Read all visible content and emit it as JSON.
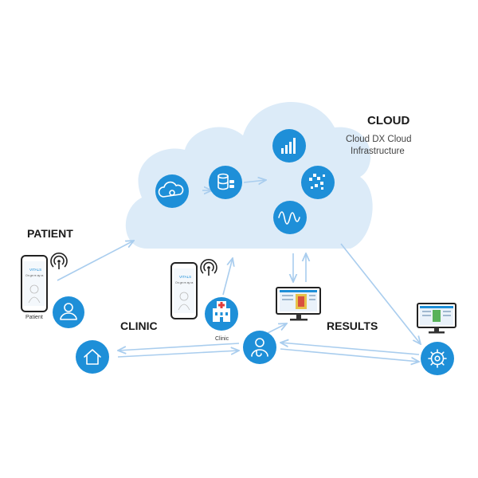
{
  "labels": {
    "cloud_title": "CLOUD",
    "cloud_sub_line1": "Cloud DX Cloud",
    "cloud_sub_line2": "Infrastructure",
    "patient_title": "PATIENT",
    "clinic_title": "CLINIC",
    "results_title": "RESULTS",
    "patient_caption": "Patient",
    "clinic_caption": "Clinic"
  },
  "phone_screen": {
    "brand": "VITALS",
    "line": "On ge re ay ra"
  },
  "colors": {
    "accent": "#1e8fd8",
    "cloud_fill": "#dcebf8",
    "arrow": "#a9cdee"
  },
  "icons": {
    "cloud_left": "cloud-gear-icon",
    "cloud_db": "database-icon",
    "cloud_chart": "bar-chart-icon",
    "cloud_data": "data-cluster-icon",
    "cloud_wave": "waveform-icon",
    "patient": "user-icon",
    "home": "home-icon",
    "clinic": "hospital-icon",
    "doctor": "doctor-icon",
    "results": "gear-icon"
  }
}
